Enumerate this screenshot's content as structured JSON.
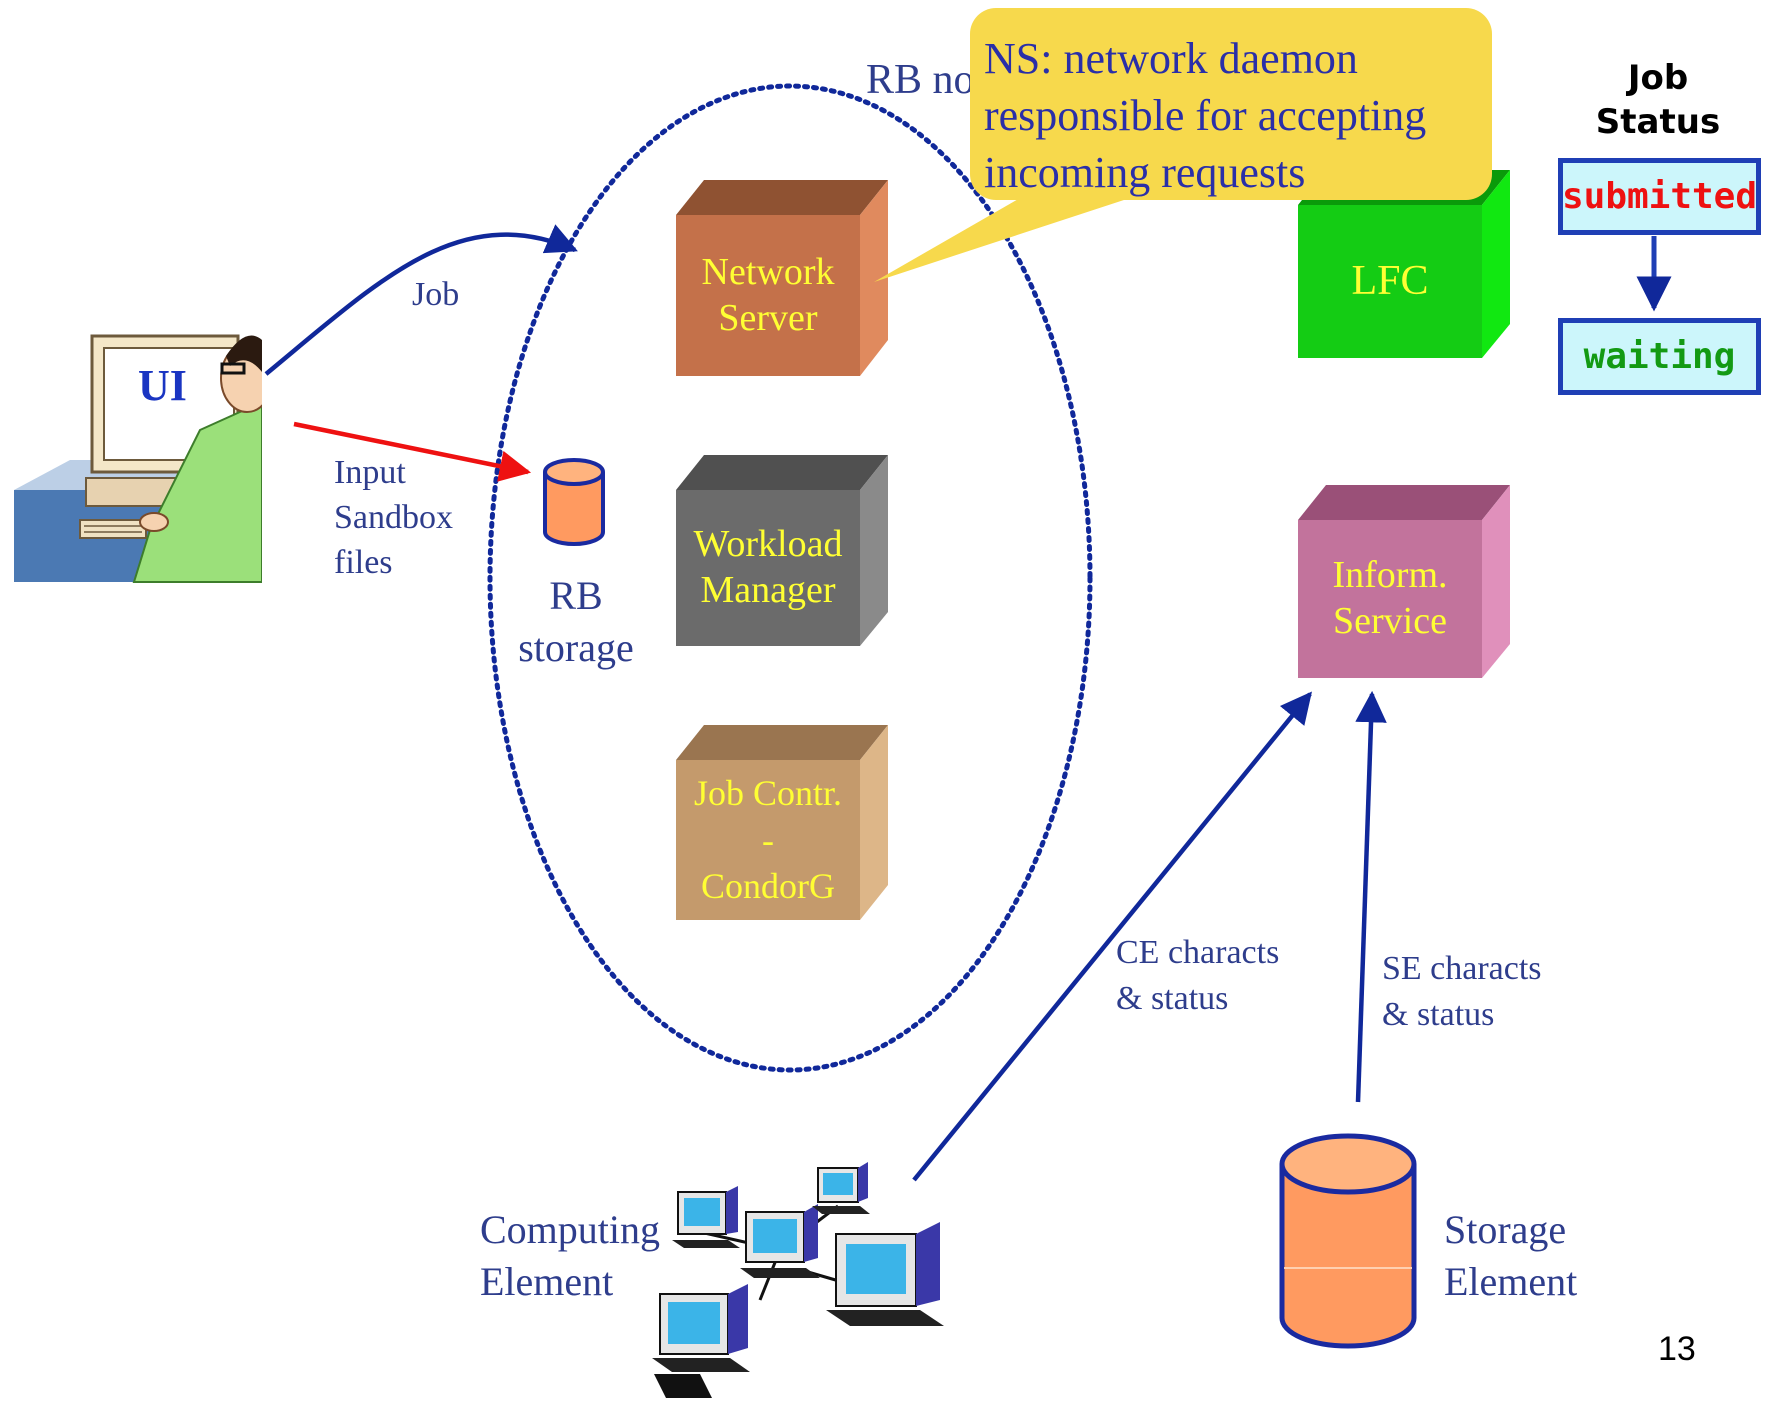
{
  "ui_label": "UI",
  "job_label": "Job",
  "input_sandbox_lines": [
    "Input",
    "Sandbox",
    "files"
  ],
  "rb_storage_lines": [
    "RB",
    "storage"
  ],
  "rb_node_label": "RB node",
  "network_server_lines": [
    "Network",
    "Server"
  ],
  "workload_manager_lines": [
    "Workload",
    "Manager"
  ],
  "job_controller_lines": [
    "Job Contr.",
    "-",
    "CondorG"
  ],
  "lfc_label": "LFC",
  "info_service_lines": [
    "Inform.",
    "Service"
  ],
  "ce_status_lines": [
    "CE characts",
    "& status"
  ],
  "se_status_lines": [
    "SE characts",
    "& status"
  ],
  "computing_element_lines": [
    "Computing",
    "Element"
  ],
  "storage_element_lines": [
    "Storage",
    "Element"
  ],
  "callout_lines": [
    "NS: network daemon",
    "responsible for accepting",
    "incoming requests"
  ],
  "job_status": {
    "title_lines": [
      "Job",
      "Status"
    ],
    "states": [
      {
        "label": "submitted",
        "color": "#ee1111"
      },
      {
        "label": "waiting",
        "color": "#139a13"
      }
    ]
  },
  "page_number": "13",
  "colors": {
    "arrow_blue": "#10289a",
    "arrow_red": "#ee1111",
    "label_blue": "#2e3d8c",
    "box_text_yellow": "#ffff33",
    "network_server_box": "#c4714a",
    "workload_manager_box": "#6b6b6b",
    "job_controller_box": "#c49a6c",
    "lfc_box": "#14cc14",
    "info_service_box": "#c2739c",
    "callout_bg": "#f7d94c",
    "cylinder": "#ff9a60"
  }
}
